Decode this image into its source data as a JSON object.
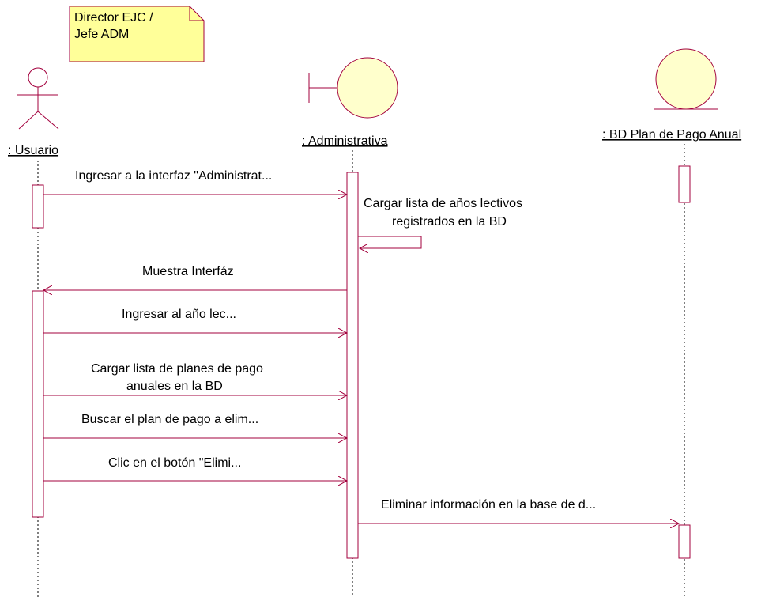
{
  "note": {
    "lines": [
      "Director EJC /",
      "Jefe ADM"
    ]
  },
  "lifelines": {
    "usuario": {
      "label": ": Usuario",
      "kind": "actor"
    },
    "administrativa": {
      "label": ": Administrativa",
      "kind": "boundary"
    },
    "bd": {
      "label": ": BD Plan de Pago Anual",
      "kind": "entity"
    }
  },
  "messages": [
    {
      "id": "m1",
      "lines": [
        "Ingresar a la interfaz \"Administrat..."
      ]
    },
    {
      "id": "m2",
      "lines": [
        "Cargar lista de años lectivos",
        "registrados en la BD"
      ]
    },
    {
      "id": "m3",
      "lines": [
        "Muestra Interfáz"
      ]
    },
    {
      "id": "m4",
      "lines": [
        "Ingresar al año lec..."
      ]
    },
    {
      "id": "m5",
      "lines": [
        "Cargar lista de planes de pago",
        "anuales en la BD"
      ]
    },
    {
      "id": "m6",
      "lines": [
        "Buscar el plan de pago a elim..."
      ]
    },
    {
      "id": "m7",
      "lines": [
        "Clic en el botón \"Elimi..."
      ]
    },
    {
      "id": "m8",
      "lines": [
        "Eliminar información en la base de d..."
      ]
    }
  ],
  "colors": {
    "line": "#a3003d",
    "object_fill": "#ffffcc",
    "note_fill": "#ffff99",
    "dash": "#000000"
  }
}
